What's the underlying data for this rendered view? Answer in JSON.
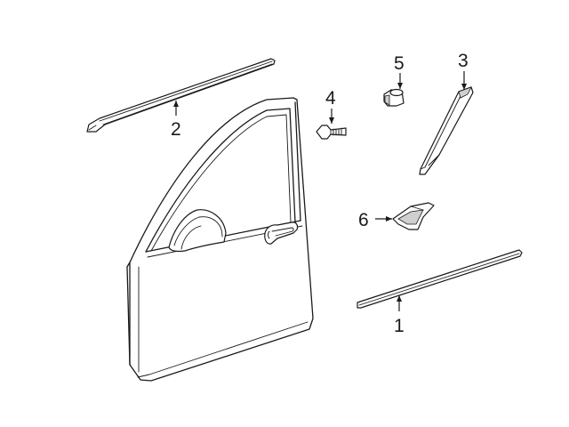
{
  "diagram": {
    "callouts": [
      {
        "id": "1",
        "label": "1"
      },
      {
        "id": "2",
        "label": "2"
      },
      {
        "id": "3",
        "label": "3"
      },
      {
        "id": "4",
        "label": "4"
      },
      {
        "id": "5",
        "label": "5"
      },
      {
        "id": "6",
        "label": "6"
      }
    ],
    "colors": {
      "line": "#1a1a1a",
      "background": "#ffffff",
      "shade": "#cfcfcf"
    }
  }
}
